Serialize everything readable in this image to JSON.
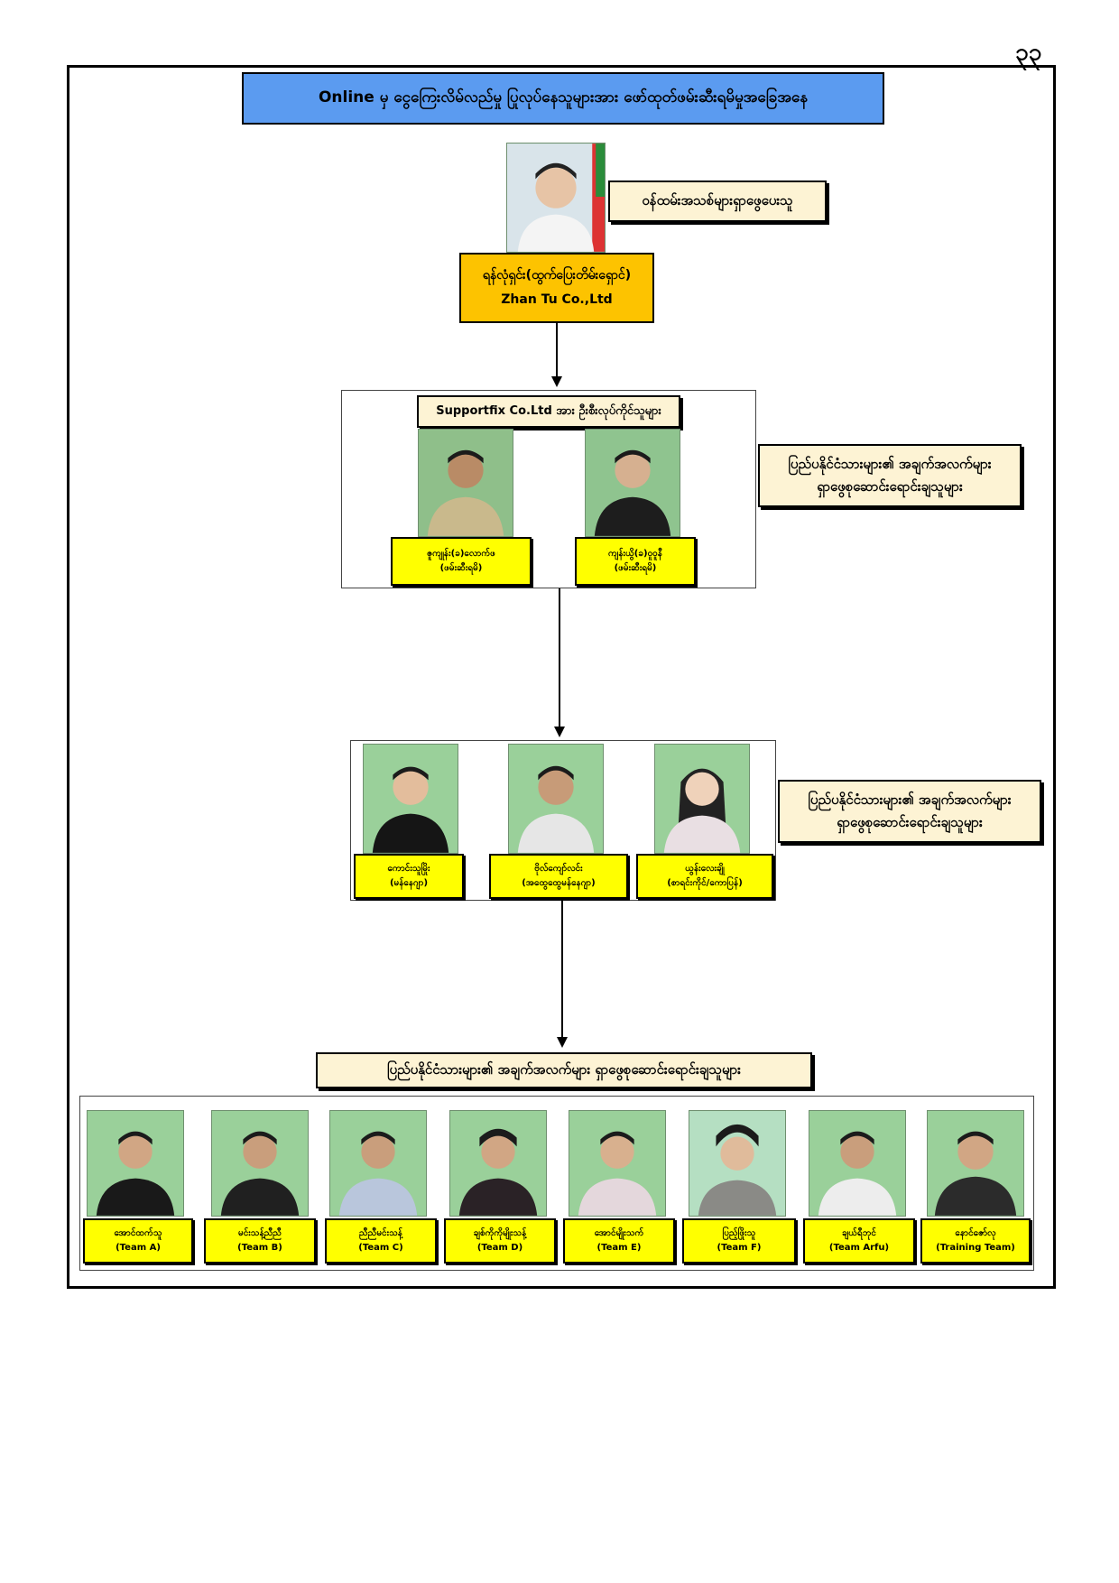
{
  "page_number": "၃၃",
  "title": "Online မှ ငွေကြေးလိမ်လည်မှု ပြုလုပ်နေသူများအား ဖော်ထုတ်ဖမ်းဆီးရမိမှုအခြေအနေ",
  "boss": {
    "role_label": "ဝန်ထမ်းအသစ်များရှာဖွေပေးသူ",
    "name": "ရန်လုံရှင်း(ထွက်ပြေးတိမ်းရှောင်)",
    "company": "Zhan Tu Co.,Ltd"
  },
  "level2": {
    "header": "Supportfix Co.Ltd အား ဦးစီးလုပ်ကိုင်သူများ",
    "side_label": [
      "ပြည်ပနိုင်ငံသားများ၏ အချက်အလက်များ",
      "ရှာဖွေစုဆောင်းရောင်းချသူများ"
    ],
    "people": [
      {
        "name": "ဇူကျုန်း(ခ)လောက်ဖ",
        "note": "(ဖမ်းဆီးရမိ)"
      },
      {
        "name": "ကျန်းယွိ(ခ)ဝူဝူနီ",
        "note": "(ဖမ်းဆီးရမိ)"
      }
    ]
  },
  "level3": {
    "side_label": [
      "ပြည်ပနိုင်ငံသားများ၏ အချက်အလက်များ",
      "ရှာဖွေစုဆောင်းရောင်းချသူများ"
    ],
    "people": [
      {
        "name": "ကောင်းသူမြိုး",
        "note": "(မန်နေဂျာ)"
      },
      {
        "name": "ဗိုလ်ကျော်လင်း",
        "note": "(အထွေထွေမန်နေဂျာ)"
      },
      {
        "name": "ယွန်းလေးချို",
        "note": "(စာရင်းကိုင်/ကောပြန်)"
      }
    ]
  },
  "level4": {
    "header": "ပြည်ပနိုင်ငံသားများ၏ အချက်အလက်များ ရှာဖွေစုဆောင်းရောင်းချသူများ",
    "people": [
      {
        "name": "အောင်ထက်သူ",
        "team": "(Team A)"
      },
      {
        "name": "မင်းသန့်ညီညီ",
        "team": "(Team B)"
      },
      {
        "name": "ညီညီမင်းသန့်",
        "team": "(Team C)"
      },
      {
        "name": "ချစ်ကိုကိုမျိုးသန့်",
        "team": "(Team D)"
      },
      {
        "name": "အောင်မျိုးသက်",
        "team": "(Team E)"
      },
      {
        "name": "ပြည့်ဖြိုးသူ",
        "team": "(Team F)"
      },
      {
        "name": "ချယ်ရီဘုင်",
        "team": "(Team Arfu)"
      },
      {
        "name": "နောင်ဇော်လု",
        "team": "(Training Team)"
      }
    ]
  },
  "colors": {
    "title_bg": "#5b9bf0",
    "boss_box": "#fdc300",
    "name_box": "#ffff00",
    "label_box": "#fdf3d4",
    "photo_bg": "#9fd39f"
  }
}
